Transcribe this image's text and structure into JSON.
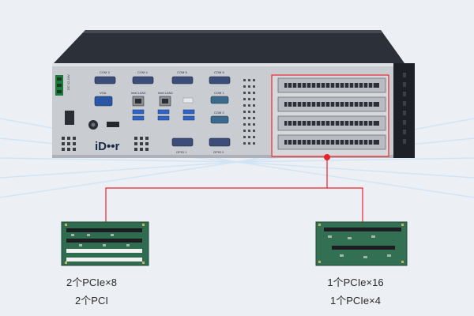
{
  "device": {
    "port_labels": {
      "com3": "COM 3",
      "com4": "COM 4",
      "com5": "COM 5",
      "com6": "COM 6",
      "vga": "VGA",
      "lan1": "Intel LAN1",
      "lan2": "Intel LAN2",
      "com1": "COM 1",
      "com2": "COM 2",
      "gpio1": "GPIO 1",
      "gpio2": "GPIO 2",
      "dc": "DC 12-24V"
    },
    "logo_text": "IDOOR"
  },
  "left_card": {
    "captions": [
      "2个PCIe×8",
      "2个PCI"
    ]
  },
  "right_card": {
    "captions": [
      "1个PCIe×16",
      "1个PCIe×4"
    ]
  },
  "colors": {
    "highlight": "#e8222a",
    "chassis_top": "#2c3038",
    "front_panel": "#c9ccd1",
    "pcb": "#2f6b4e",
    "background": "#eceff3",
    "rays": "#cfe3f6"
  }
}
